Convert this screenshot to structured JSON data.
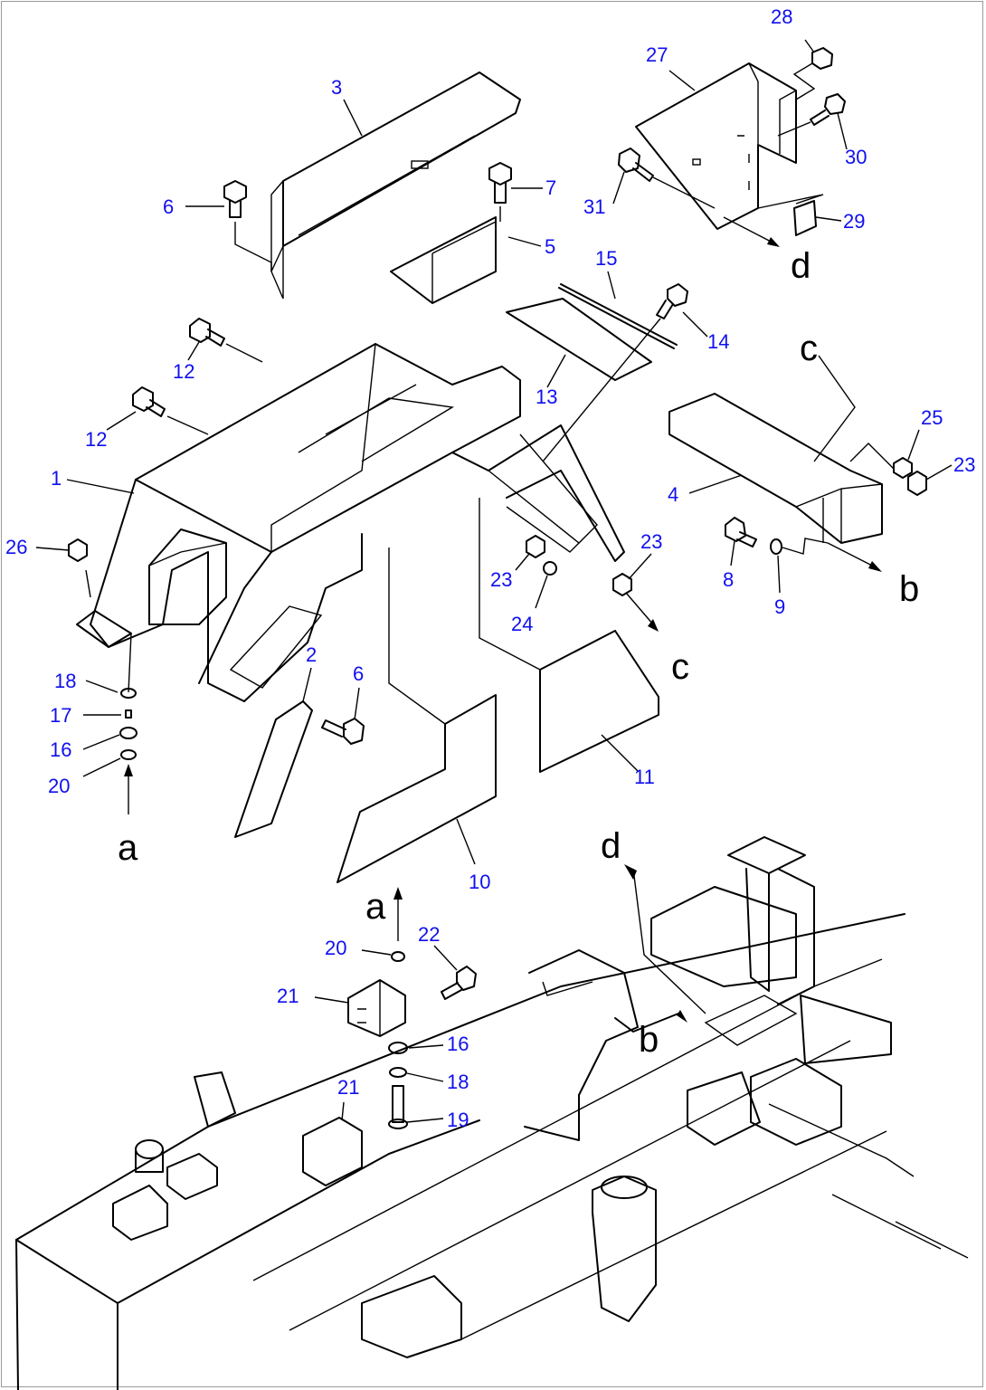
{
  "callouts": [
    {
      "id": "c28",
      "text": "28"
    },
    {
      "id": "c27",
      "text": "27"
    },
    {
      "id": "c3",
      "text": "3"
    },
    {
      "id": "c30",
      "text": "30"
    },
    {
      "id": "c6a",
      "text": "6"
    },
    {
      "id": "c7",
      "text": "7"
    },
    {
      "id": "c31",
      "text": "31"
    },
    {
      "id": "c29",
      "text": "29"
    },
    {
      "id": "c5",
      "text": "5"
    },
    {
      "id": "c15",
      "text": "15"
    },
    {
      "id": "c14",
      "text": "14"
    },
    {
      "id": "c12a",
      "text": "12"
    },
    {
      "id": "c13",
      "text": "13"
    },
    {
      "id": "c12b",
      "text": "12"
    },
    {
      "id": "c25",
      "text": "25"
    },
    {
      "id": "c23a",
      "text": "23"
    },
    {
      "id": "c1",
      "text": "1"
    },
    {
      "id": "c4",
      "text": "4"
    },
    {
      "id": "c26",
      "text": "26"
    },
    {
      "id": "c23b",
      "text": "23"
    },
    {
      "id": "c23c",
      "text": "23"
    },
    {
      "id": "c8",
      "text": "8"
    },
    {
      "id": "c9",
      "text": "9"
    },
    {
      "id": "c24",
      "text": "24"
    },
    {
      "id": "c2",
      "text": "2"
    },
    {
      "id": "c18a",
      "text": "18"
    },
    {
      "id": "c6b",
      "text": "6"
    },
    {
      "id": "c17",
      "text": "17"
    },
    {
      "id": "c16a",
      "text": "16"
    },
    {
      "id": "c20a",
      "text": "20"
    },
    {
      "id": "c11",
      "text": "11"
    },
    {
      "id": "c10",
      "text": "10"
    },
    {
      "id": "c22",
      "text": "22"
    },
    {
      "id": "c20b",
      "text": "20"
    },
    {
      "id": "c21a",
      "text": "21"
    },
    {
      "id": "c16b",
      "text": "16"
    },
    {
      "id": "c18b",
      "text": "18"
    },
    {
      "id": "c21b",
      "text": "21"
    },
    {
      "id": "c19",
      "text": "19"
    }
  ],
  "letters": [
    {
      "id": "l_d1",
      "text": "d"
    },
    {
      "id": "l_c1",
      "text": "c"
    },
    {
      "id": "l_b1",
      "text": "b"
    },
    {
      "id": "l_c2",
      "text": "c"
    },
    {
      "id": "l_a1",
      "text": "a"
    },
    {
      "id": "l_d2",
      "text": "d"
    },
    {
      "id": "l_a2",
      "text": "a"
    },
    {
      "id": "l_b2",
      "text": "b"
    }
  ],
  "colors": {
    "callout": "#1010ee",
    "line": "#000000",
    "background": "#ffffff"
  }
}
